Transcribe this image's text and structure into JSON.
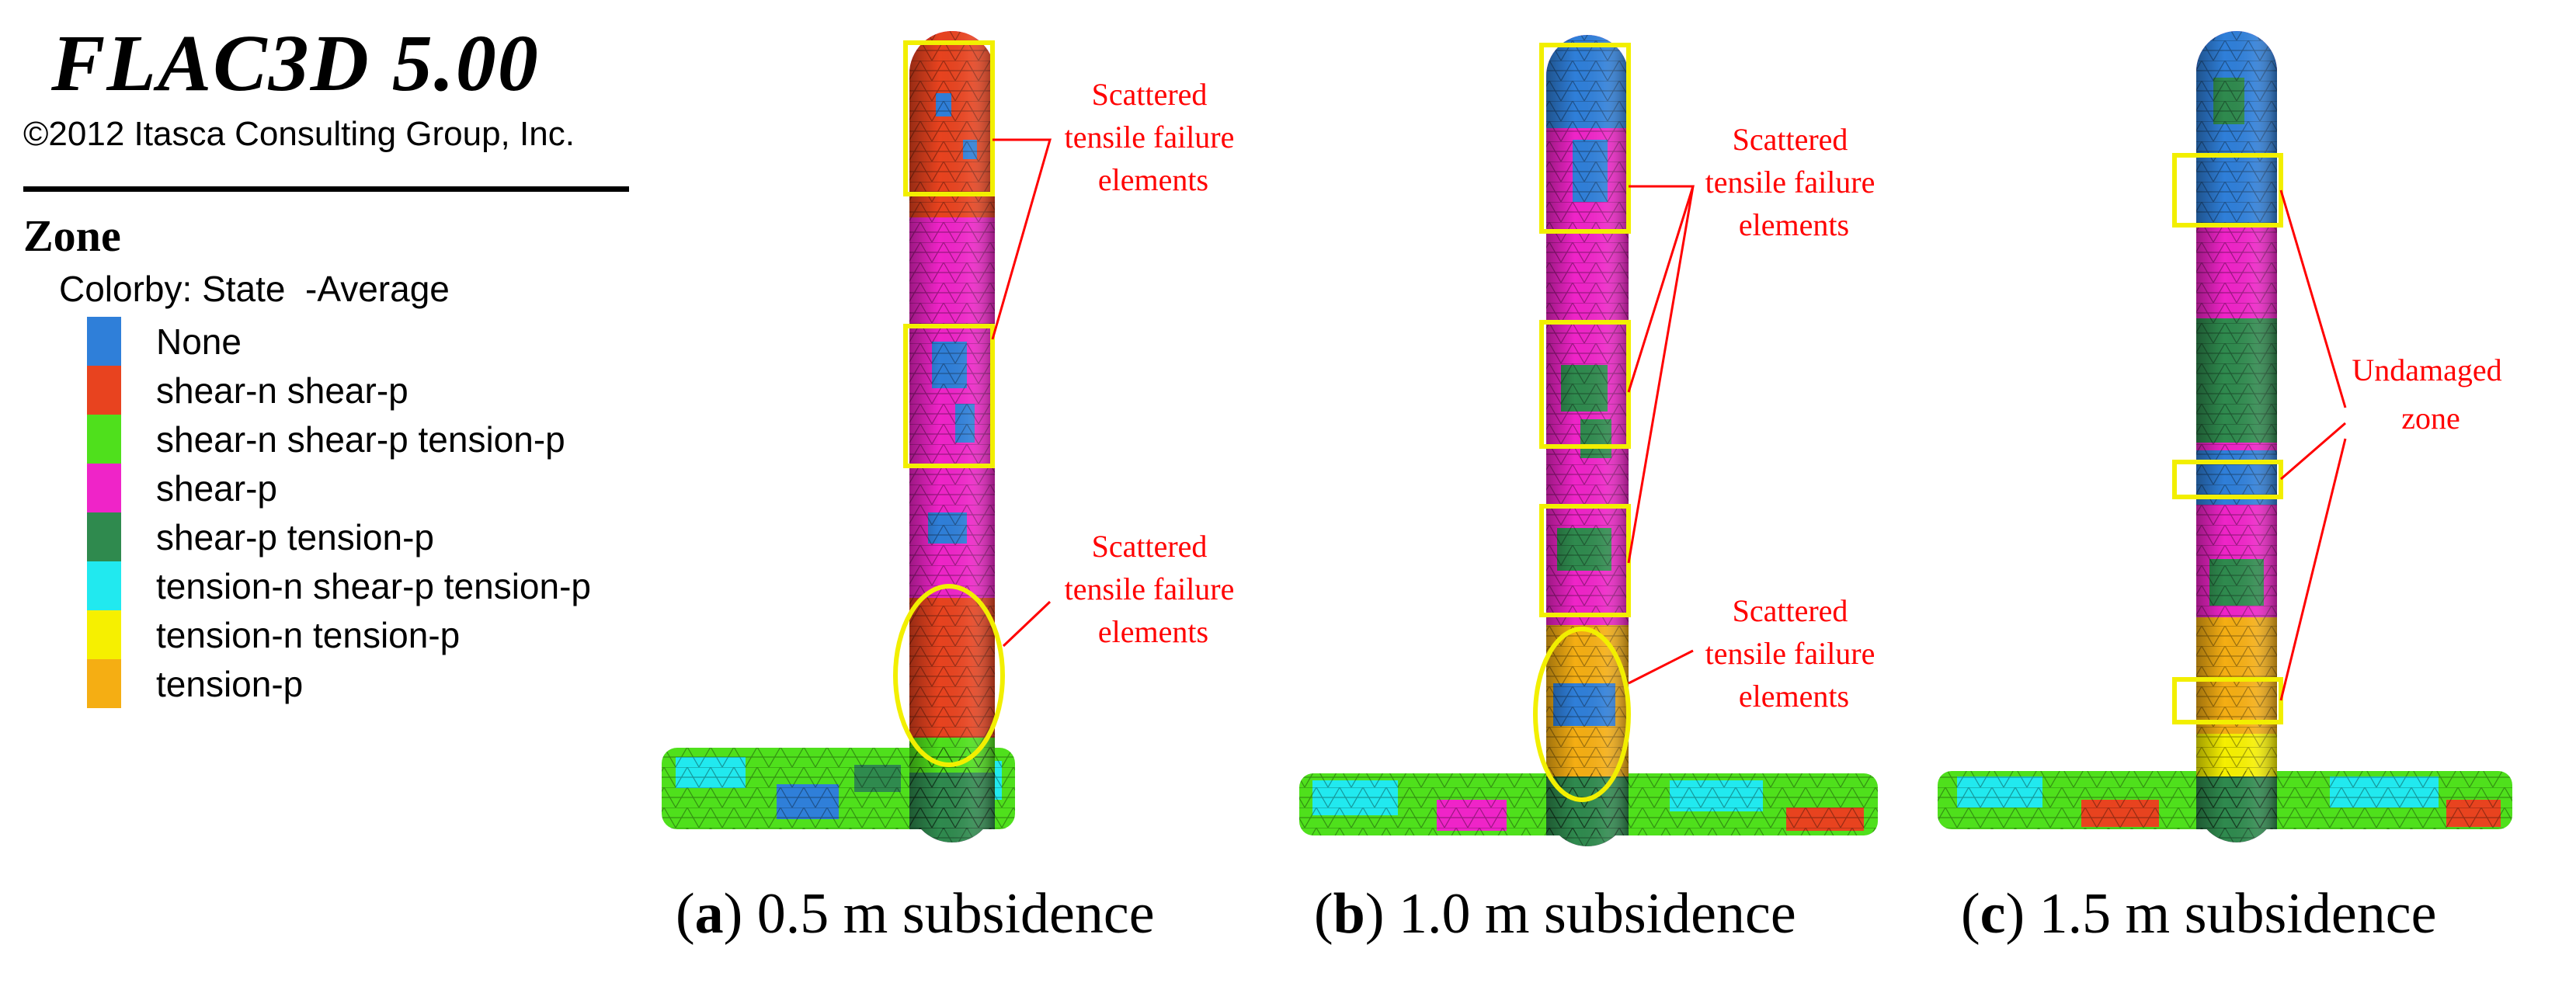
{
  "legend": {
    "title": "FLAC3D 5.00",
    "copyright": "©2012 Itasca Consulting Group, Inc.",
    "heading": "Zone",
    "colorby": "Colorby: State  -Average",
    "items": [
      {
        "label": "None",
        "color": "#2f7fd9"
      },
      {
        "label": "shear-n shear-p",
        "color": "#e8431f"
      },
      {
        "label": "shear-n shear-p tension-p",
        "color": "#4fe01c"
      },
      {
        "label": "shear-p",
        "color": "#ef24c8"
      },
      {
        "label": "shear-p tension-p",
        "color": "#2f8a4e"
      },
      {
        "label": "tension-n shear-p tension-p",
        "color": "#21e9ef"
      },
      {
        "label": "tension-n tension-p",
        "color": "#f6f000"
      },
      {
        "label": "tension-p",
        "color": "#f5ae13"
      }
    ]
  },
  "annotations": {
    "a_upper": [
      "Scattered",
      "tensile failure",
      "elements"
    ],
    "a_lower": [
      "Scattered",
      "tensile failure",
      "elements"
    ],
    "b_upper": [
      "Scattered",
      "tensile failure",
      "elements"
    ],
    "b_lower": [
      "Scattered",
      "tensile failure",
      "elements"
    ],
    "c_right": [
      "Undamaged",
      "zone"
    ]
  },
  "colors": {
    "highlight": "#f2ef00",
    "leader": "#ff0000",
    "annotation_text": "#ff0000"
  },
  "captions": [
    {
      "letter": "a",
      "text": ") 0.5 m subsidence"
    },
    {
      "letter": "b",
      "text": ") 1.0 m subsidence"
    },
    {
      "letter": "c",
      "text": ") 1.5 m subsidence"
    }
  ]
}
